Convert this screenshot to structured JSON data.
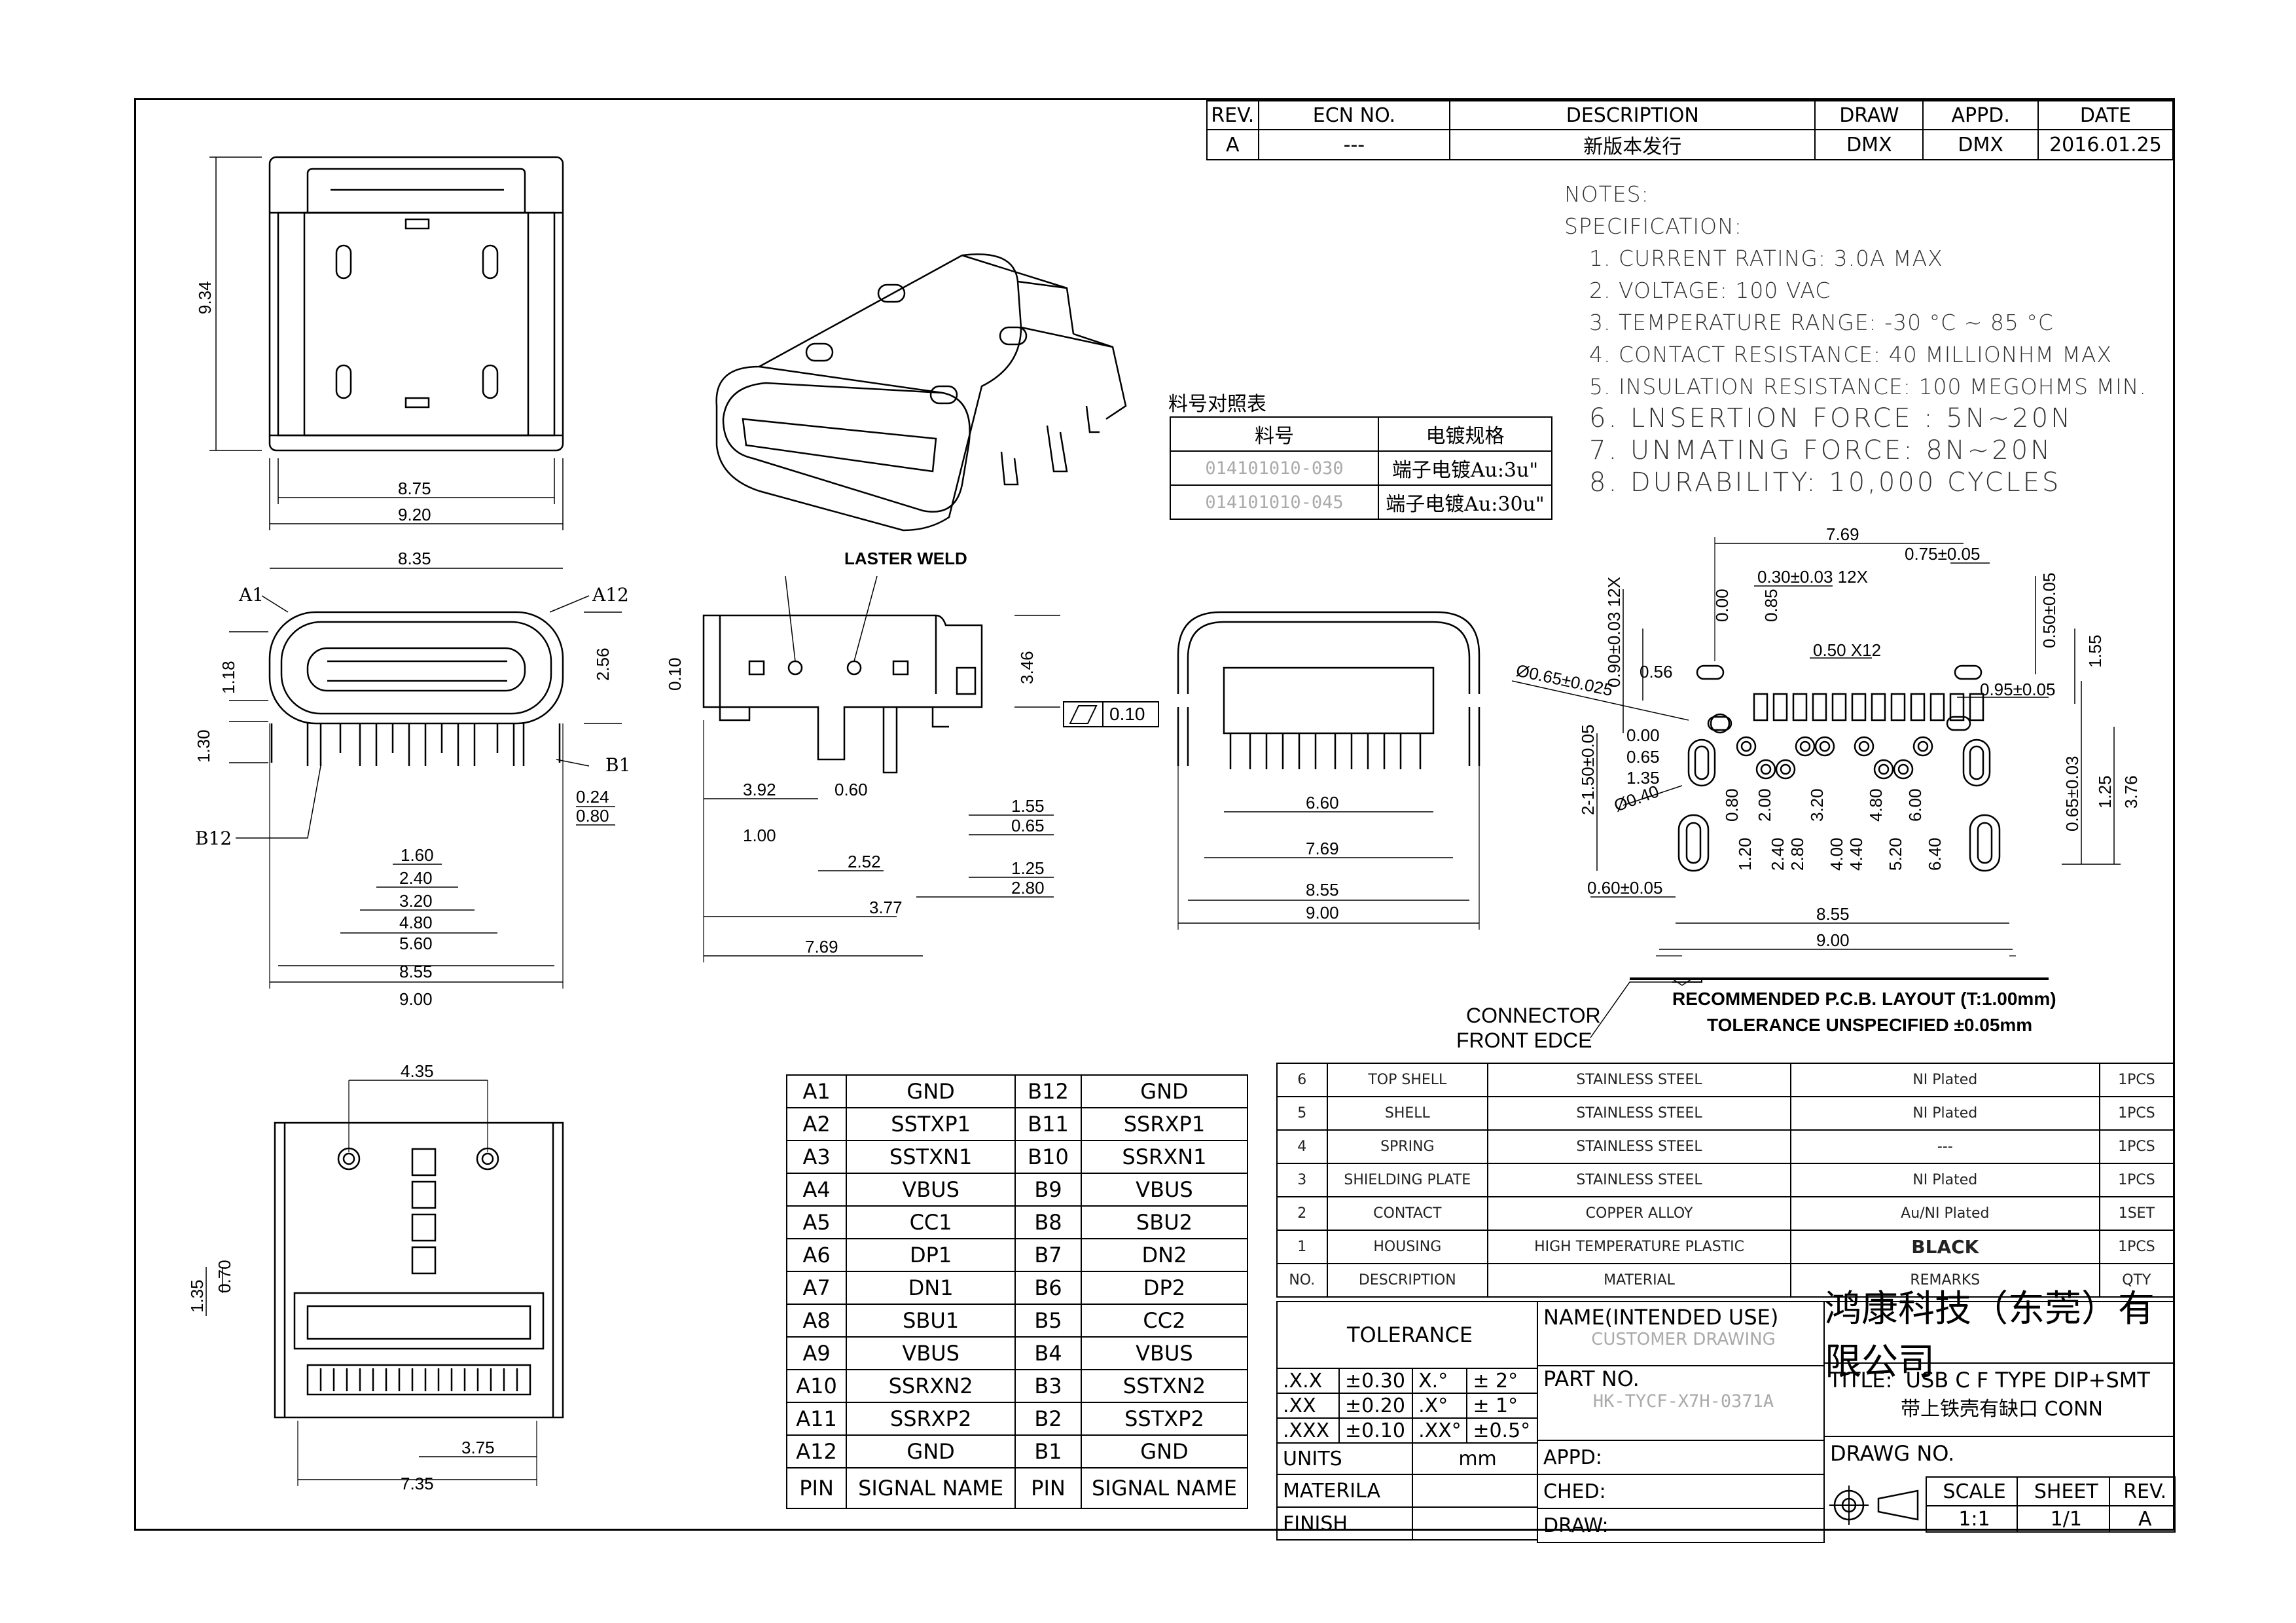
{
  "revision_block": {
    "headers": [
      "REV.",
      "ECN NO.",
      "DESCRIPTION",
      "DRAW",
      "APPD.",
      "DATE"
    ],
    "row": [
      "A",
      "---",
      "新版本发行",
      "DMX",
      "DMX",
      "2016.01.25"
    ]
  },
  "notes": {
    "title": "NOTES:",
    "subtitle": "SPECIFICATION:",
    "items": [
      "1. CURRENT RATING: 3.0A MAX",
      "2. VOLTAGE: 100 VAC",
      "3. TEMPERATURE RANGE: -30 °C ~ 85 °C",
      "4. CONTACT RESISTANCE: 40 MILLIONHM MAX",
      "5. INSULATION RESISTANCE: 100 MEGOHMS MIN.",
      "6. LNSERTION FORCE : 5N~20N",
      "7. UNMATING FORCE: 8N~20N",
      "8. DURABILITY:   10,000 CYCLES"
    ]
  },
  "cross_ref": {
    "title": "料号对照表",
    "headers": [
      "料号",
      "电镀规格"
    ],
    "rows": [
      [
        "014101010-030",
        "端子电镀Au:3u\""
      ],
      [
        "014101010-045",
        "端子电镀Au:30u\""
      ]
    ]
  },
  "pin_table": {
    "rows": [
      [
        "A1",
        "GND",
        "B12",
        "GND"
      ],
      [
        "A2",
        "SSTXP1",
        "B11",
        "SSRXP1"
      ],
      [
        "A3",
        "SSTXN1",
        "B10",
        "SSRXN1"
      ],
      [
        "A4",
        "VBUS",
        "B9",
        "VBUS"
      ],
      [
        "A5",
        "CC1",
        "B8",
        "SBU2"
      ],
      [
        "A6",
        "DP1",
        "B7",
        "DN2"
      ],
      [
        "A7",
        "DN1",
        "B6",
        "DP2"
      ],
      [
        "A8",
        "SBU1",
        "B5",
        "CC2"
      ],
      [
        "A9",
        "VBUS",
        "B4",
        "VBUS"
      ],
      [
        "A10",
        "SSRXN2",
        "B3",
        "SSTXN2"
      ],
      [
        "A11",
        "SSRXP2",
        "B2",
        "SSTXP2"
      ],
      [
        "A12",
        "GND",
        "B1",
        "GND"
      ]
    ],
    "footer": [
      "PIN",
      "SIGNAL NAME",
      "PIN",
      "SIGNAL NAME"
    ]
  },
  "bom": {
    "rows": [
      [
        "6",
        "TOP SHELL",
        "STAINLESS STEEL",
        "NI Plated",
        "1PCS"
      ],
      [
        "5",
        "SHELL",
        "STAINLESS STEEL",
        "NI Plated",
        "1PCS"
      ],
      [
        "4",
        "SPRING",
        "STAINLESS STEEL",
        "---",
        "1PCS"
      ],
      [
        "3",
        "SHIELDING PLATE",
        "STAINLESS STEEL",
        "NI  Plated",
        "1PCS"
      ],
      [
        "2",
        "CONTACT",
        "COPPER ALLOY",
        "Au/NI Plated",
        "1SET"
      ],
      [
        "1",
        "HOUSING",
        "HIGH TEMPERATURE PLASTIC",
        "BLACK",
        "1PCS"
      ]
    ],
    "header": [
      "NO.",
      "DESCRIPTION",
      "MATERIAL",
      "REMARKS",
      "QTY"
    ]
  },
  "title_block": {
    "tolerance_label": "TOLERANCE",
    "tolerances": [
      [
        ".X.X",
        "±0.30",
        "X.°",
        "±  2°"
      ],
      [
        ".XX",
        "±0.20",
        ".X°",
        "±  1°"
      ],
      [
        ".XXX",
        "±0.10",
        ".XX°",
        "±0.5°"
      ]
    ],
    "units_label": "UNITS",
    "units_value": "mm",
    "materila_label": "MATERILA",
    "finish_label": "FINISH",
    "name_label": "NAME(INTENDED  USE)",
    "name_value": "CUSTOMER DRAWING",
    "part_label": "PART NO.",
    "part_value": "HK-TYCF-X7H-0371A",
    "appd_label": "APPD:",
    "ched_label": "CHED:",
    "draw_label": "DRAW:",
    "company": "鸿康科技（东莞）有限公司",
    "title_label": "TITLE:",
    "title_line1": "USB C F TYPE DIP+SMT",
    "title_line2": "带上铁壳有缺口  CONN",
    "drawg_label": "DRAWG NO.",
    "scale_label": "SCALE",
    "scale_value": "1:1",
    "sheet_label": "SHEET",
    "sheet_value": "1/1",
    "rev_label": "REV.",
    "rev_value": "A"
  },
  "annotations": {
    "laster_weld": "LASTER WELD",
    "flatness": "0.10",
    "pcb_title": "RECOMMENDED   P.C.B. LAYOUT (T:1.00mm)",
    "pcb_tol": "TOLERANCE UNSPECIFIED ±0.05mm",
    "connector_front_1": "CONNECTOR",
    "connector_front_2": "FRONT EDCE",
    "a1": "A1",
    "a12": "A12",
    "b1": "B1",
    "b12": "B12"
  },
  "dimensions": {
    "top": [
      "9.34",
      "8.75",
      "9.20"
    ],
    "front": [
      "8.35",
      "2.56",
      "1.18",
      "1.30",
      "0.24",
      "0.80",
      "1.60",
      "2.40",
      "3.20",
      "4.80",
      "5.60",
      "8.55",
      "9.00"
    ],
    "side": [
      "0.10",
      "3.46",
      "3.92",
      "0.60",
      "1.00",
      "2.52",
      "3.77",
      "7.69",
      "1.55",
      "0.65",
      "1.25",
      "2.80"
    ],
    "rear": [
      "6.60",
      "7.69",
      "8.55",
      "9.00"
    ],
    "bottom": [
      "4.35",
      "1.35",
      "0.70",
      "3.75",
      "7.35"
    ],
    "pcb": [
      "7.69",
      "0.75±0.05",
      "0.30±0.03 12X",
      "0.50±0.05",
      "1.55",
      "0.00",
      "0.85",
      "0.90±0.03 12X",
      "0.50 X12",
      "0.56",
      "Ø0.65±0.025",
      "0.95±0.05",
      "0.00",
      "0.65",
      "1.35",
      "2-1.50±0.05",
      "Ø0.40",
      "0.80",
      "1.20",
      "2.00",
      "2.40",
      "2.80",
      "3.20",
      "4.00",
      "4.40",
      "4.80",
      "5.20",
      "6.00",
      "6.40",
      "0.65±0.03",
      "1.25",
      "3.76",
      "0.60±0.05",
      "8.55",
      "9.00"
    ]
  }
}
